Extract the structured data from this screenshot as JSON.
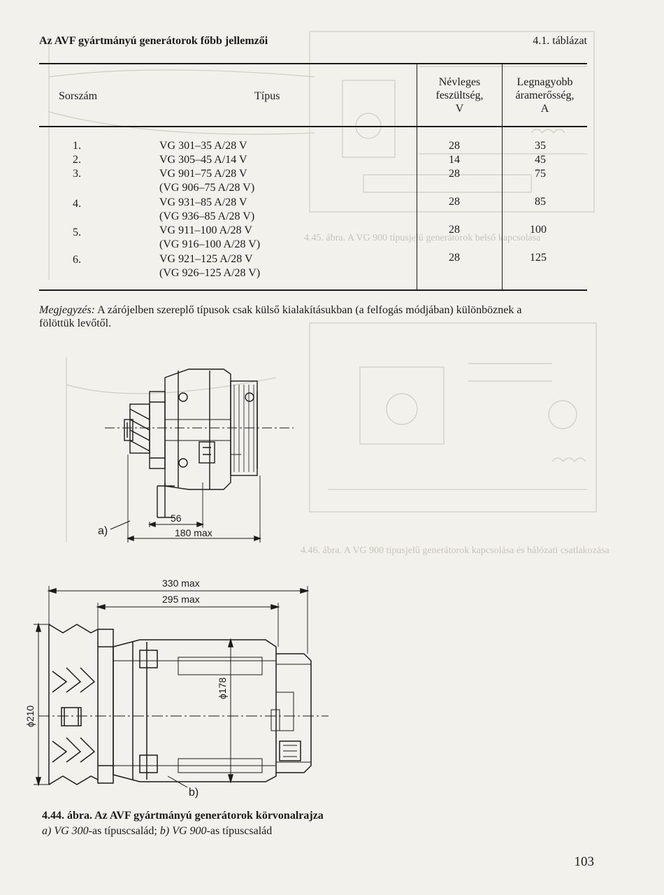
{
  "header": {
    "title": "Az AVF gyártmányú generátorok főbb jellemzői",
    "table_number": "4.1. táblázat"
  },
  "table": {
    "columns": {
      "sorszam": "Sorszám",
      "tipus": "Típus",
      "voltage": [
        "Névleges",
        "feszültség,",
        "V"
      ],
      "current": [
        "Legnagyobb",
        "áramerősség,",
        "A"
      ]
    },
    "rows": [
      {
        "no": "1.",
        "types": [
          "VG 301–35 A/28 V"
        ],
        "voltage": "28",
        "current": "35"
      },
      {
        "no": "2.",
        "types": [
          "VG 305–45 A/14 V"
        ],
        "voltage": "14",
        "current": "45"
      },
      {
        "no": "3.",
        "types": [
          "VG 901–75 A/28 V",
          "(VG 906–75 A/28 V)"
        ],
        "voltage": "28",
        "current": "75"
      },
      {
        "no": "4.",
        "types": [
          "VG 931–85 A/28 V",
          "(VG 936–85 A/28 V)"
        ],
        "voltage": "28",
        "current": "85"
      },
      {
        "no": "5.",
        "types": [
          "VG 911–100 A/28 V",
          "(VG 916–100 A/28 V)"
        ],
        "voltage": "28",
        "current": "100"
      },
      {
        "no": "6.",
        "types": [
          "VG 921–125 A/28 V",
          "(VG 926–125 A/28 V)"
        ],
        "voltage": "28",
        "current": "125"
      }
    ]
  },
  "note": {
    "label": "Megjegyzés:",
    "text": " A zárójelben szereplő típusok csak külső kialakításukban (a felfogás módjában) különböznek a",
    "text2": "fölöttük levőtől."
  },
  "figure_a": {
    "dim_56": "56",
    "dim_180": "180 max",
    "label": "a)"
  },
  "figure_b": {
    "dim_330": "330 max",
    "dim_295": "295 max",
    "dim_210": "ϕ210",
    "dim_178": "ϕ178",
    "label": "b)"
  },
  "caption": {
    "title": "4.44. ábra. Az AVF gyártmányú generátorok körvonalrajza",
    "a_label": "a)",
    "a_text": "VG 300",
    "a_suffix": "-as típuscsalád;",
    "b_label": "b)",
    "b_text": "VG 900",
    "b_suffix": "-as típuscsalád"
  },
  "page_number": "103",
  "show_through": [
    "4.45. ábra. A VG 900 típusjelű generátorok belső kapcsolása",
    "4.46. ábra. A VG 900 típusjelű generátorok kapcsolása és hálózati csatlakozása"
  ]
}
